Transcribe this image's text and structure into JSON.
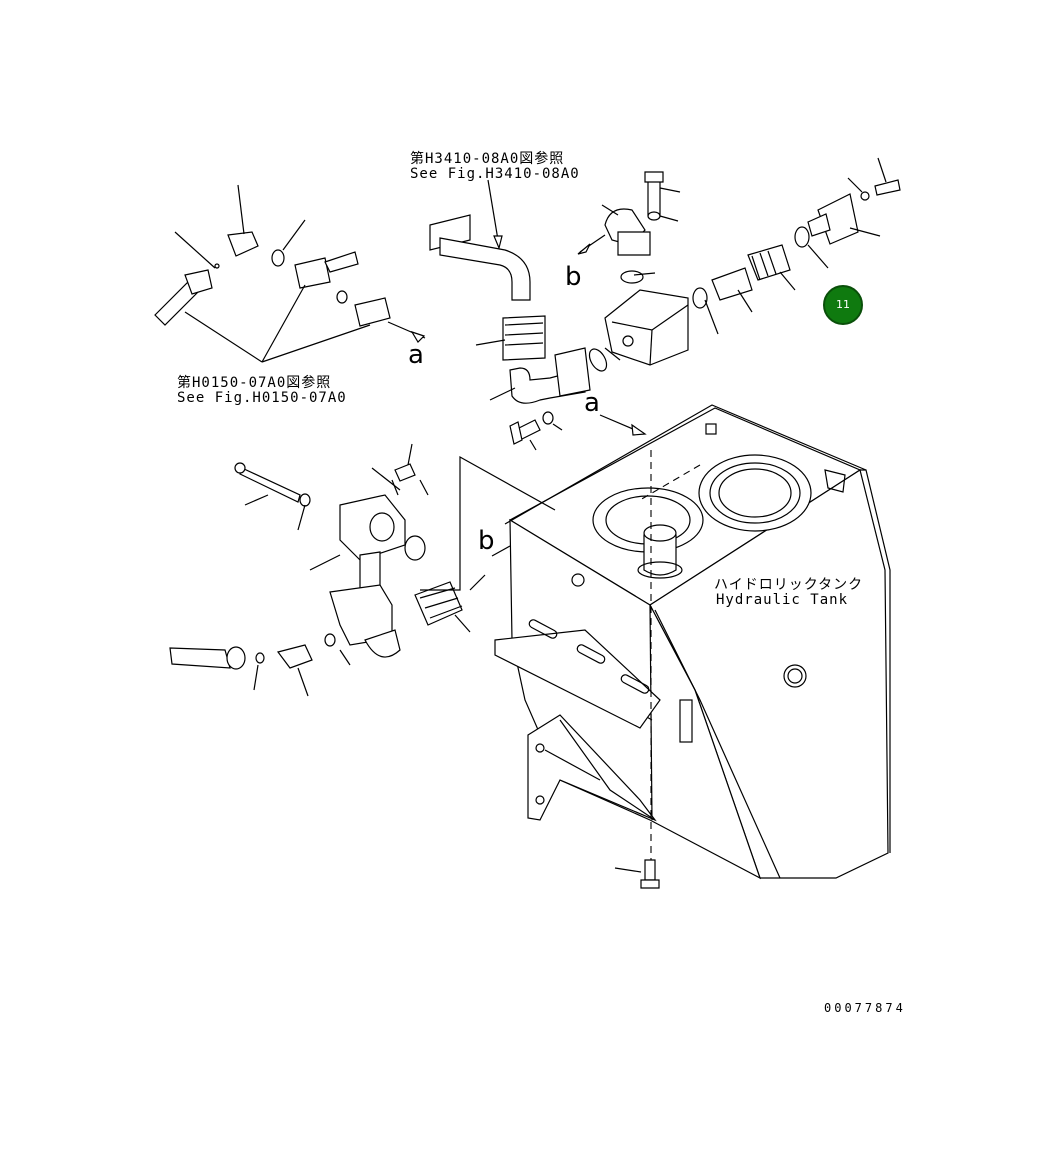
{
  "references": {
    "top": {
      "ja": "第H3410-08A0図参照",
      "en": "See Fig.H3410-08A0"
    },
    "left": {
      "ja": "第H0150-07A0図参照",
      "en": "See Fig.H0150-07A0"
    }
  },
  "tank_label": {
    "ja": "ハイドロリックタンク",
    "en": "Hydraulic Tank"
  },
  "connection_marks": {
    "a": "a",
    "b": "b"
  },
  "drawing_number": "00077874",
  "callout_badge": {
    "label": "11",
    "color": "#0f7a0f"
  }
}
